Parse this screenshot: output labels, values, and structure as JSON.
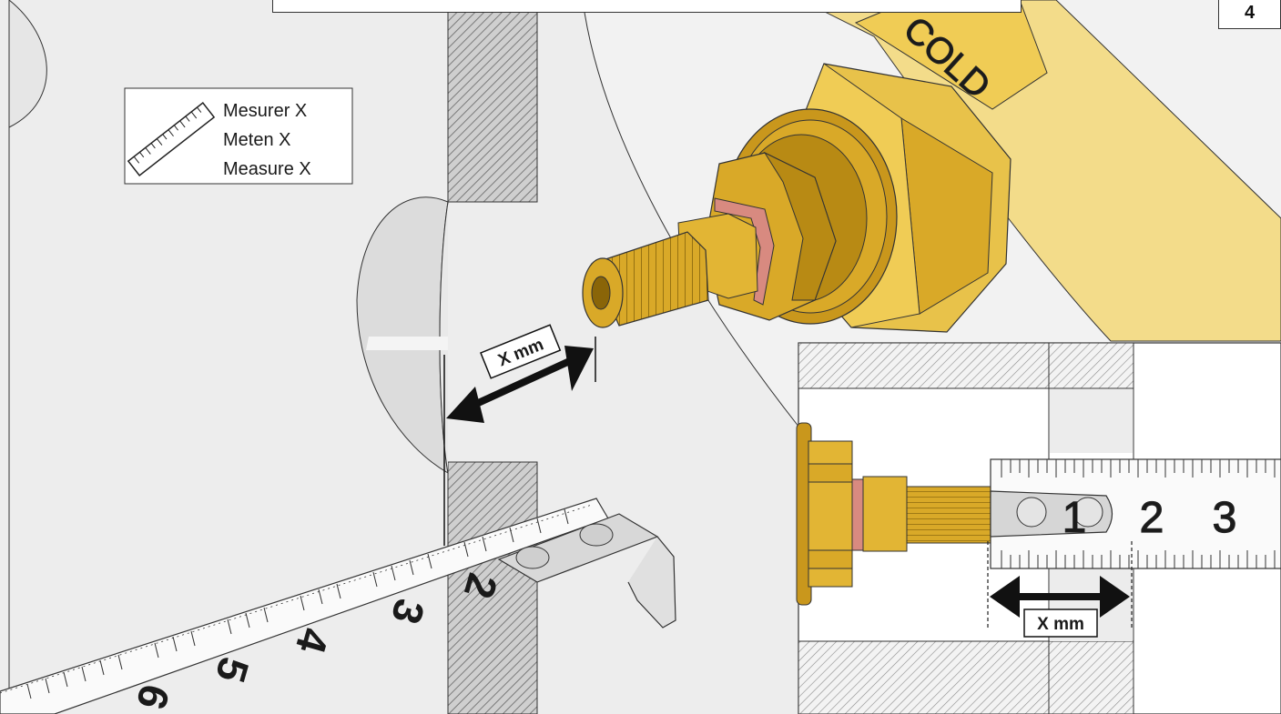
{
  "page_number": "4",
  "legend": {
    "icon": "tape-measure-icon",
    "lines": [
      "Mesurer X",
      "Meten X",
      "Measure X"
    ]
  },
  "valve": {
    "body_label": "COLD"
  },
  "dimension": {
    "main_label": "X mm",
    "detail_label": "X mm"
  },
  "tape_main": {
    "numbers": [
      "2",
      "3",
      "4",
      "5",
      "6"
    ]
  },
  "tape_detail": {
    "numbers": [
      "1",
      "2",
      "3"
    ]
  },
  "colors": {
    "brass": "#d9a928",
    "brass_dark": "#a97c10",
    "brass_light": "#f0cc55",
    "washer": "#d88a80",
    "wall_grey": "#ececec",
    "hatch": "#888888"
  }
}
